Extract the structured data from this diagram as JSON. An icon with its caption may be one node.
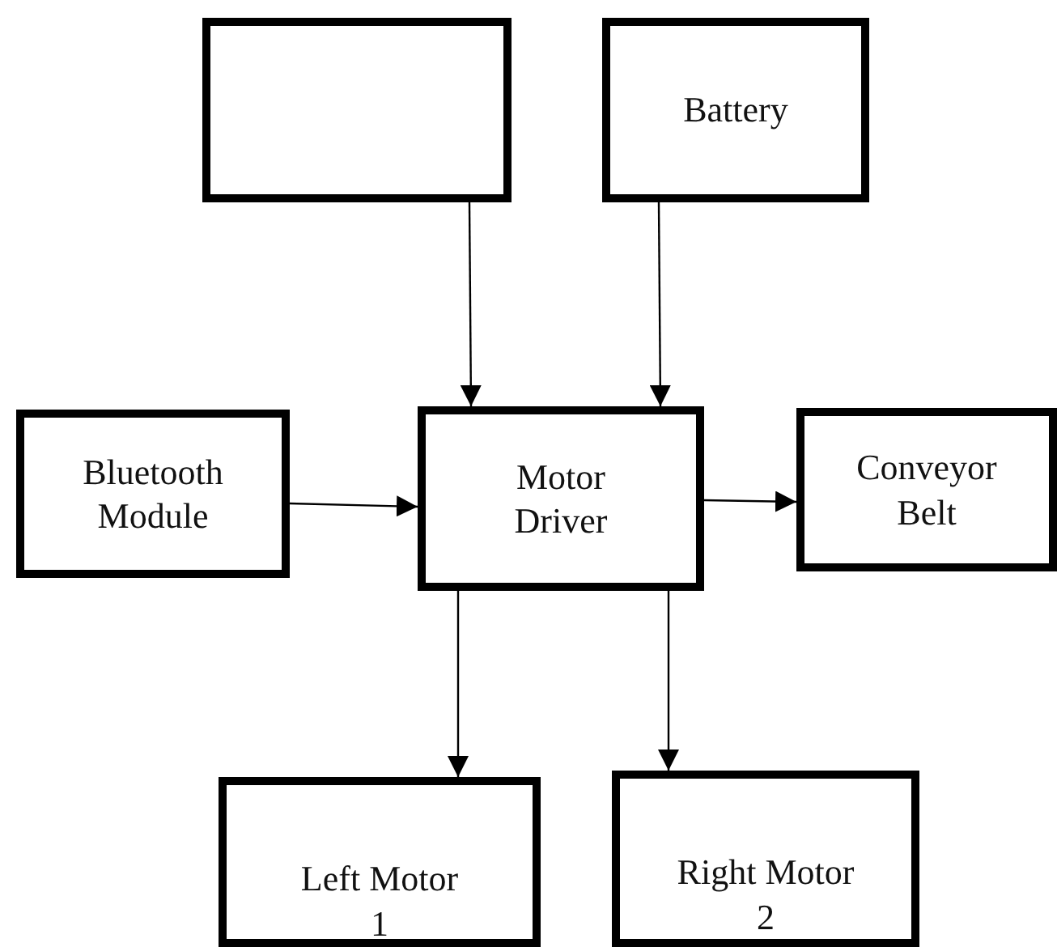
{
  "diagram": {
    "nodes": [
      {
        "text": [],
        "shape": "box"
      },
      {
        "text": [
          "Battery"
        ]
      },
      {
        "text": [
          "Bluetooth Module"
        ]
      },
      {
        "text": [
          "Motor Driver"
        ]
      },
      {
        "text": [
          "Conveyor Belt"
        ]
      },
      {
        "text": [
          "Left Motor 1"
        ]
      },
      {
        "text": [
          "Right Motor 2"
        ]
      }
    ],
    "edges": [
      {
        "from": 0,
        "to": 3,
        "arrow": "to"
      },
      {
        "from": 1,
        "to": 3,
        "arrow": "to"
      },
      {
        "from": 2,
        "to": 3,
        "arrow": "to"
      },
      {
        "from": 3,
        "to": 4,
        "arrow": "to"
      },
      {
        "from": 3,
        "to": 5,
        "arrow": "to"
      },
      {
        "from": 3,
        "to": 6,
        "arrow": "to"
      }
    ]
  }
}
